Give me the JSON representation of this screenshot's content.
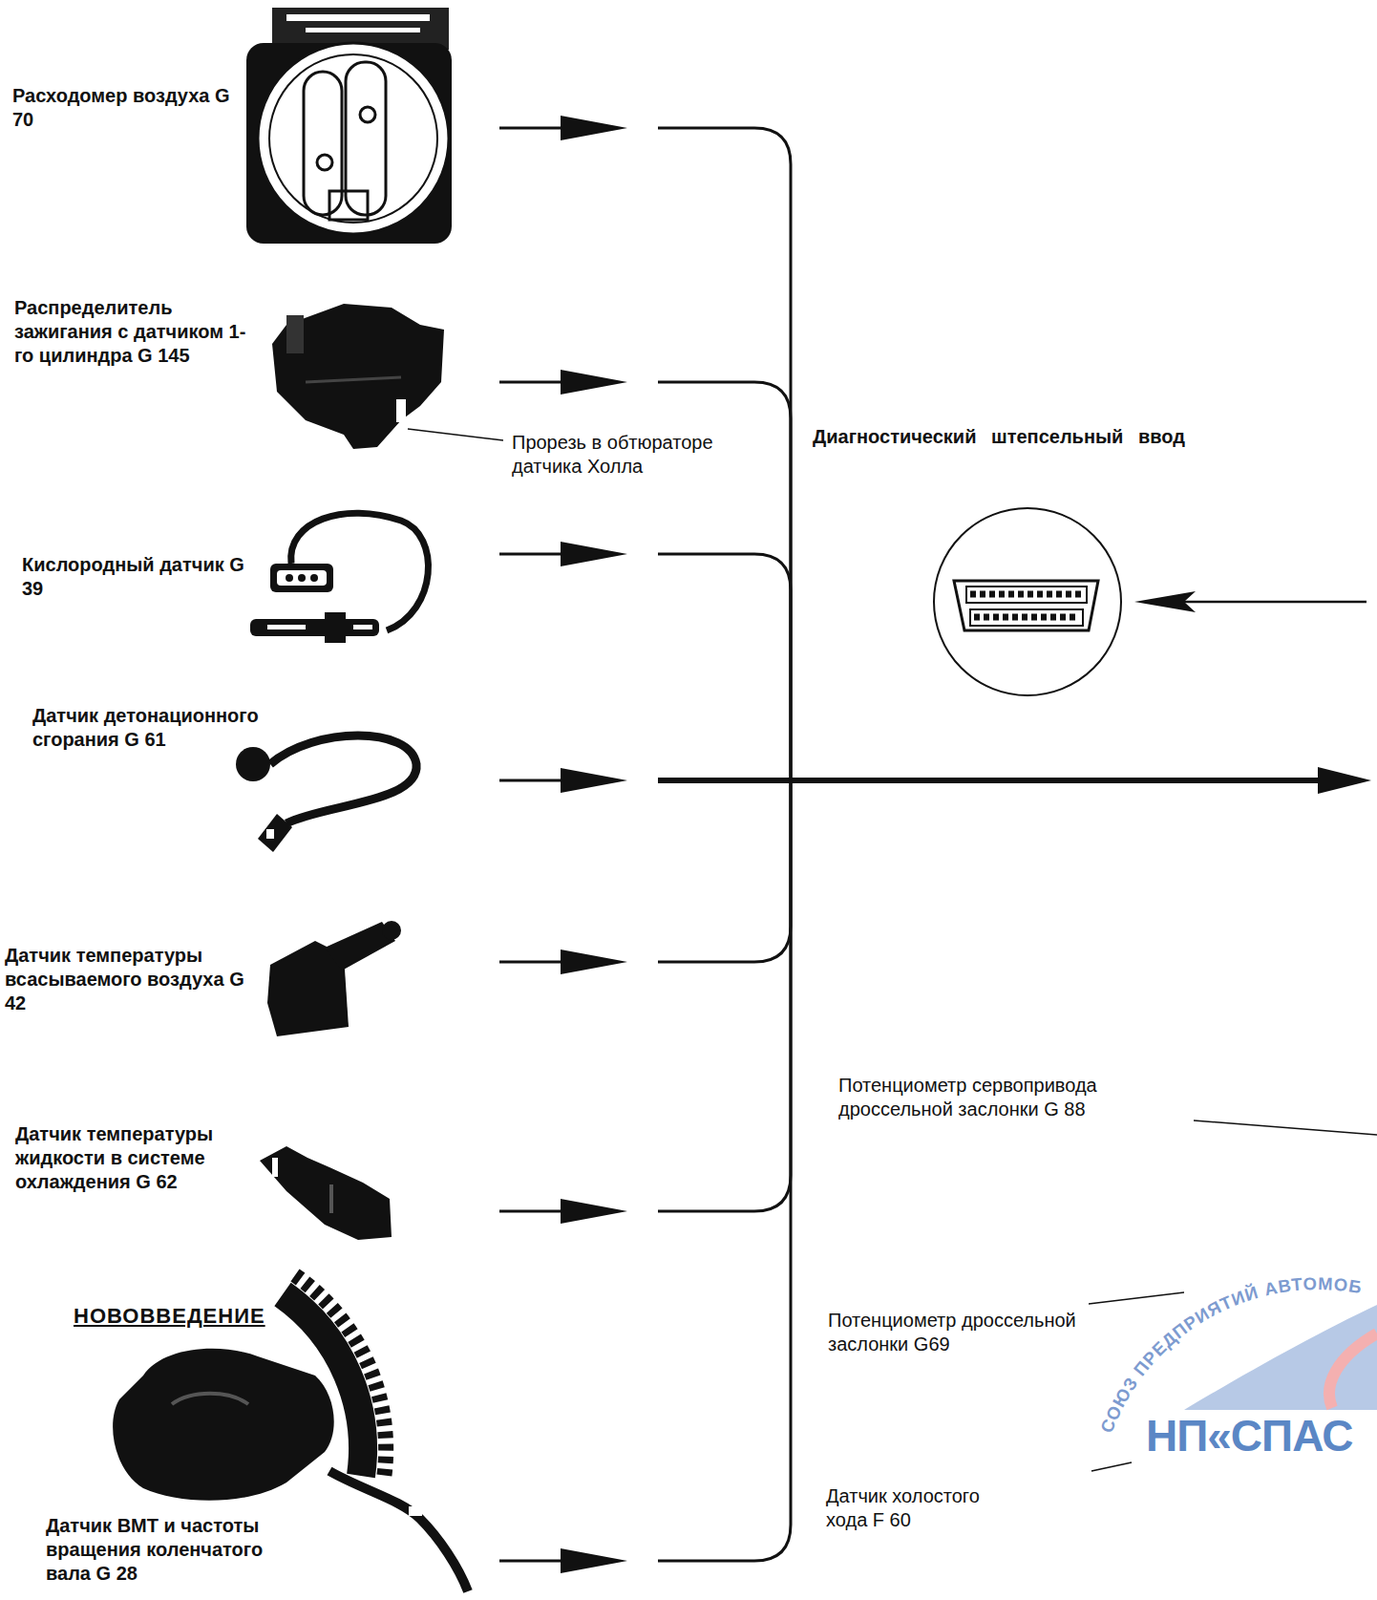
{
  "diagram": {
    "nodes": [
      {
        "text": [
          "Диагностический штепсельный ввод"
        ]
      }
    ],
    "labels": [
      "Расходомер воздуха G 70",
      "Распределитель зажигания с датчиком 1-го цилиндра G 145",
      "Прорезь в обтюраторе датчика Холла",
      "Кислородный датчик G 39",
      "Датчик детонационного сгорания G 61",
      "Датчик температуры всасываемого воздуха G 42",
      "Датчик температуры жидкости в системе охлаждения G 62",
      "НОВОВВЕДЕНИЕ",
      "Датчик ВМТ и частоты вращения коленчатого вала G 28",
      "Потенциометр сервопривода дроссельной заслонки G 88",
      "Потенциометр дроссельной заслонки G69",
      "Датчик холостого хода F 60",
      "СОЮЗ ПРЕДПРИЯТИЙ АВТОМОБ",
      "НП«СПАС"
    ]
  }
}
